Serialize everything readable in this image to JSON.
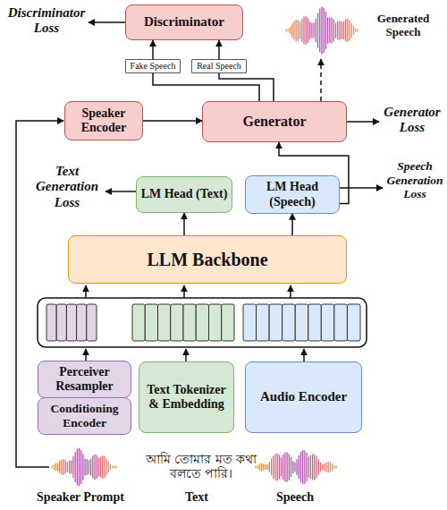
{
  "diagram": {
    "nodes": [
      {
        "text": [
          "Discriminator"
        ]
      },
      {
        "text": [
          "Fake Speech"
        ]
      },
      {
        "text": [
          "Real Speech"
        ]
      },
      {
        "text": [
          "Speaker Encoder"
        ]
      },
      {
        "text": [
          "Generator"
        ]
      },
      {
        "text": [
          "LM Head (Text)"
        ]
      },
      {
        "text": [
          "LM Head (Speech)"
        ]
      },
      {
        "text": [
          "LLM Backbone"
        ]
      },
      {
        "text": [
          "Perceiver Resampler"
        ]
      },
      {
        "text": [
          "Conditioning Encoder"
        ]
      },
      {
        "text": [
          "Text Tokenizer & Embedding"
        ]
      },
      {
        "text": [
          "Audio Encoder"
        ]
      }
    ],
    "edges": [
      {
        "from": 1,
        "to": 0,
        "arrow": "to"
      },
      {
        "from": 2,
        "to": 0,
        "arrow": "to"
      },
      {
        "from": 4,
        "to": 1,
        "arrow": "none"
      },
      {
        "from": 4,
        "to": 2,
        "arrow": "none"
      },
      {
        "from": 3,
        "to": 4,
        "arrow": "to"
      },
      {
        "from": 7,
        "to": 5,
        "arrow": "to"
      },
      {
        "from": 7,
        "to": 6,
        "arrow": "to"
      },
      {
        "from": 6,
        "to": 4,
        "arrow": "to"
      }
    ],
    "labels": [
      "Discriminator Loss",
      "Generated Speech",
      "Generator Loss",
      "Text Generation Loss",
      "Speech Generation Loss",
      "আমি তোমার মত কথা বলতে পারি।",
      "Speaker Prompt",
      "Text",
      "Speech"
    ]
  }
}
